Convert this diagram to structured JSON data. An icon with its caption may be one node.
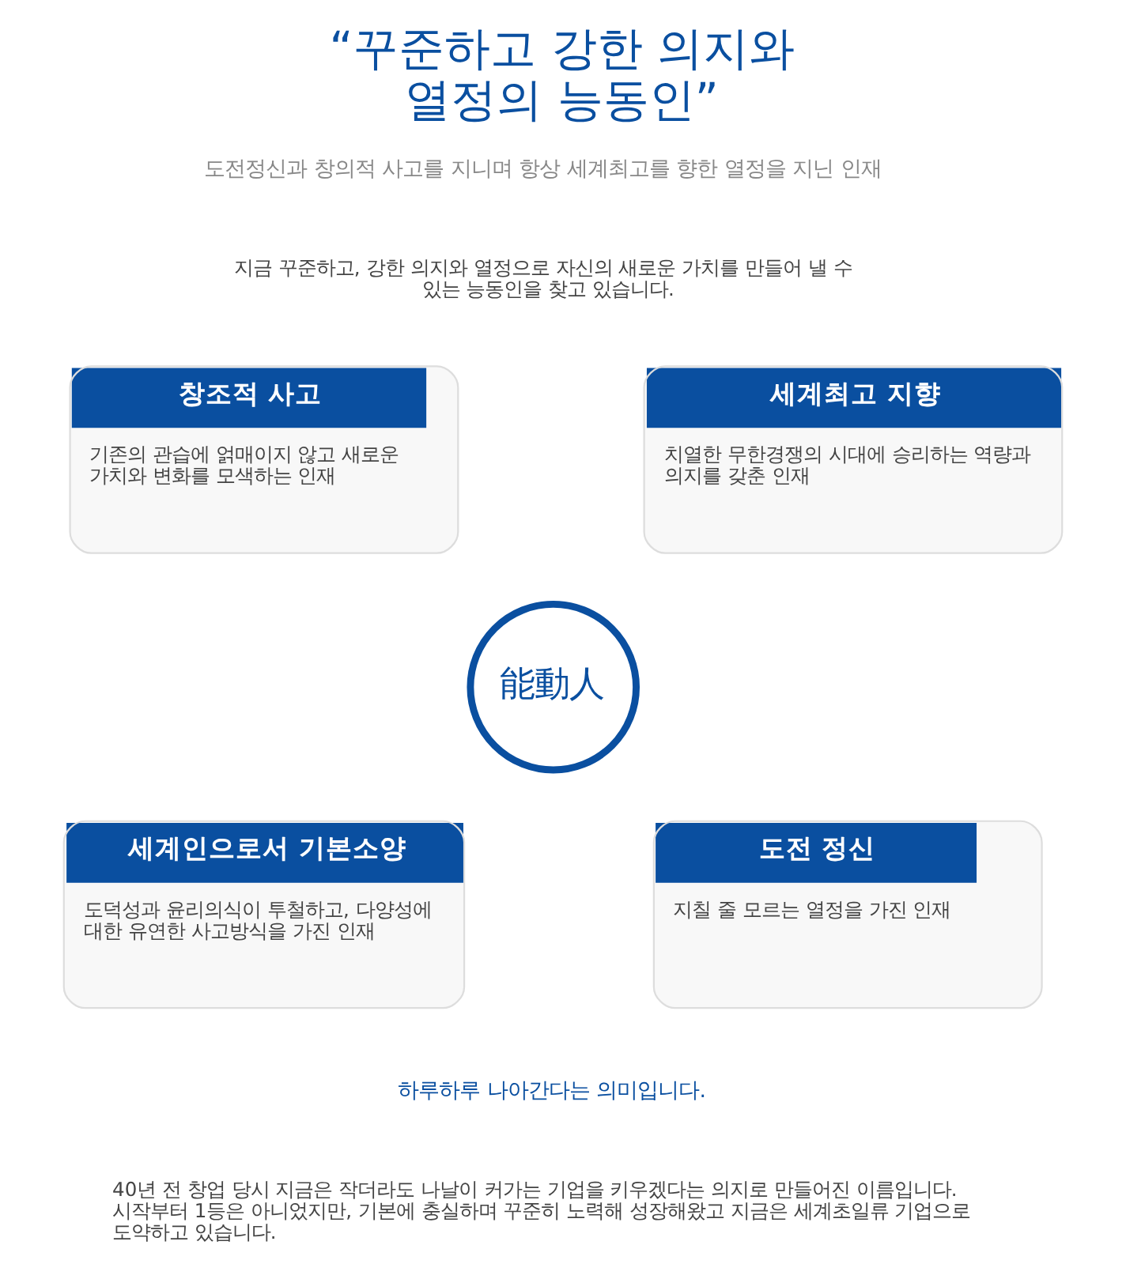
{
  "diagram": {
    "title": "“꾸준하고 강한 의지와 열정의 능동인”",
    "nodes": [
      {
        "text": [
          "창조적 사고",
          "기존의 관습에 얽매이지 않고 새로운 가치와 변화를 모색하는 인재"
        ]
      },
      {
        "text": [
          "세계최고 지향",
          "치열한 무한경쟁의 시대에 승리하는 역량과 의지를 갖춘 인재"
        ]
      },
      {
        "text": [
          "能動人"
        ]
      },
      {
        "text": [
          "세계인으로서 기본소양",
          "도덕성과 윤리의식이 투철하고, 다양성에 대한 유연한 사고방식을 가진 인재"
        ]
      },
      {
        "text": [
          "도전 정신",
          "지칠 줄 모르는 열정을 가진 인재"
        ]
      }
    ],
    "labels": [
      "도전정신과 창의적 사고를 지니며 항상 세계최고를 향한 열정을 지닌 인재",
      "지금 꾸준하고, 강한 의지와 열정으로 자신의 새로운 가치를 만들어 낼 수 있는 능동인을 찾고 있습니다.",
      "하루하루 나아간다는 의미입니다.",
      "40년 전 창업 당시 지금은 작더라도 나날이 커가는 기업을 키우겠다는 의지로 만들어진 이름입니다. 시작부터 1등은 아니었지만, 기본에 충실하며 꾸준히 노력해 성장해왔고 지금은 세계초일류 기업으로 도약하고 있습니다."
    ]
  }
}
